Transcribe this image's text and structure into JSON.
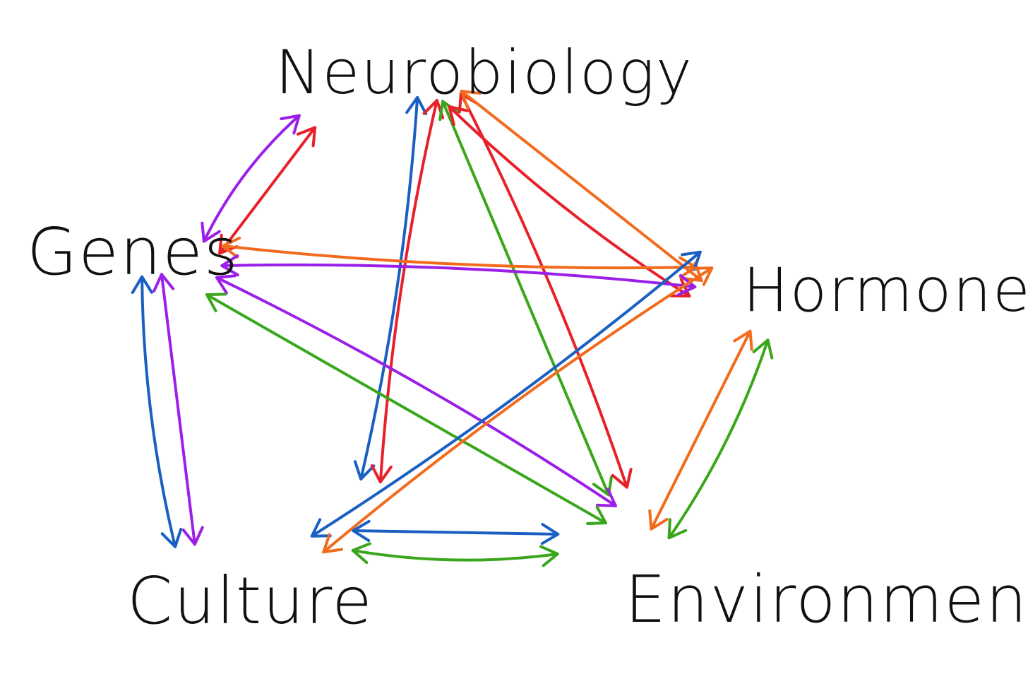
{
  "nodes": {
    "neurobiology": "Neurobiology",
    "genes": "Genes",
    "hormones": "Hormones",
    "culture": "Culture",
    "environment": "Environment"
  },
  "colors": {
    "red": "#e8202a",
    "orange": "#f26b1d",
    "purple": "#9b1fe8",
    "blue": "#1a5fc2",
    "green": "#3aa61c",
    "ink": "#111111"
  },
  "connections": [
    {
      "from": "genes",
      "to": "neurobiology",
      "color": "purple",
      "bidirectional": true
    },
    {
      "from": "genes",
      "to": "neurobiology",
      "color": "red",
      "bidirectional": true
    },
    {
      "from": "culture",
      "to": "neurobiology",
      "color": "blue",
      "bidirectional": true
    },
    {
      "from": "culture",
      "to": "neurobiology",
      "color": "red",
      "bidirectional": true
    },
    {
      "from": "environment",
      "to": "neurobiology",
      "color": "green",
      "bidirectional": true
    },
    {
      "from": "environment",
      "to": "neurobiology",
      "color": "red",
      "bidirectional": true
    },
    {
      "from": "hormones",
      "to": "neurobiology",
      "color": "red",
      "bidirectional": true
    },
    {
      "from": "hormones",
      "to": "neurobiology",
      "color": "orange",
      "bidirectional": true
    },
    {
      "from": "genes",
      "to": "hormones",
      "color": "orange",
      "bidirectional": true
    },
    {
      "from": "genes",
      "to": "hormones",
      "color": "purple",
      "bidirectional": true
    },
    {
      "from": "genes",
      "to": "culture",
      "color": "purple",
      "bidirectional": true
    },
    {
      "from": "genes",
      "to": "culture",
      "color": "blue",
      "bidirectional": true
    },
    {
      "from": "genes",
      "to": "environment",
      "color": "purple",
      "bidirectional": true
    },
    {
      "from": "genes",
      "to": "environment",
      "color": "green",
      "bidirectional": true
    },
    {
      "from": "culture",
      "to": "hormones",
      "color": "blue",
      "bidirectional": true
    },
    {
      "from": "culture",
      "to": "hormones",
      "color": "orange",
      "bidirectional": true
    },
    {
      "from": "culture",
      "to": "environment",
      "color": "blue",
      "bidirectional": true
    },
    {
      "from": "culture",
      "to": "environment",
      "color": "green",
      "bidirectional": true
    },
    {
      "from": "hormones",
      "to": "environment",
      "color": "green",
      "bidirectional": true
    },
    {
      "from": "hormones",
      "to": "environment",
      "color": "orange",
      "bidirectional": true
    }
  ]
}
